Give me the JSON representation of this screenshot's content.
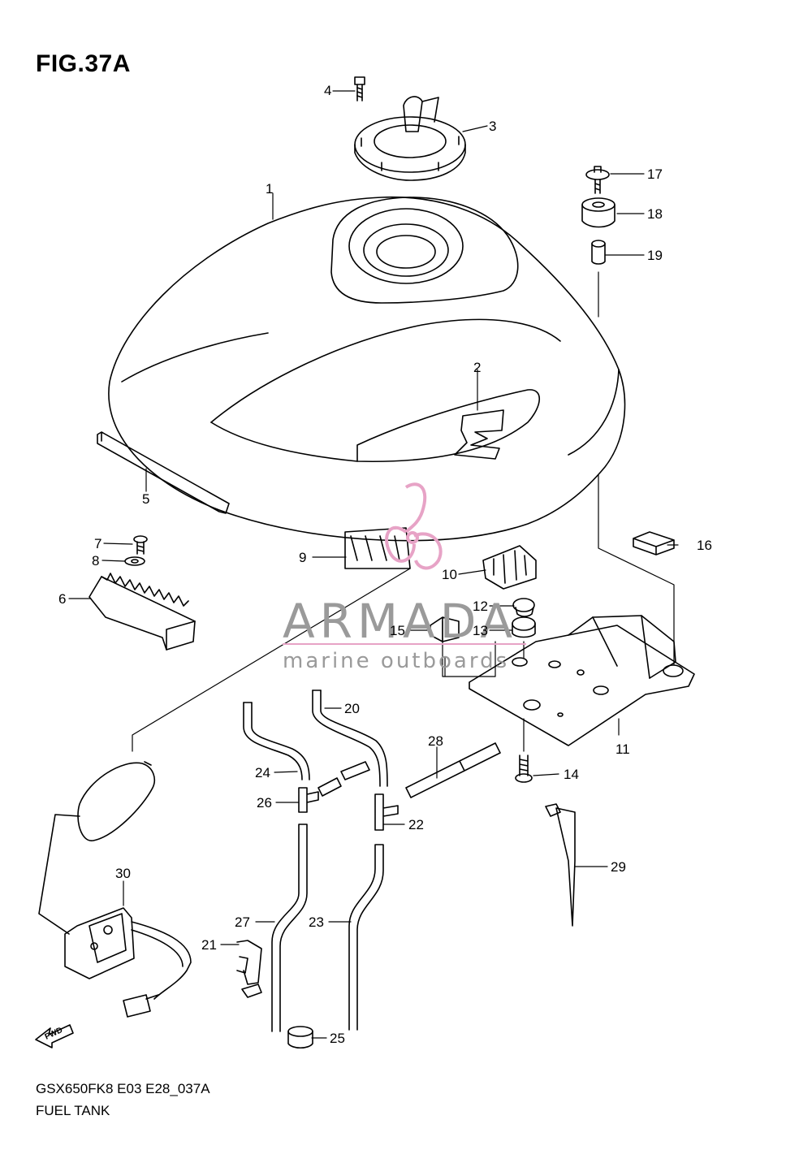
{
  "figure": {
    "title": "FIG.37A"
  },
  "footer": {
    "code": "GSX650FK8 E03 E28_037A",
    "name": "FUEL TANK"
  },
  "watermark": {
    "brand": "ARMADA",
    "tagline": "marine outboards",
    "accent_color": "#e7a3c6"
  },
  "direction_label": "FWD",
  "callouts": [
    "1",
    "2",
    "3",
    "4",
    "5",
    "6",
    "7",
    "8",
    "9",
    "10",
    "11",
    "12",
    "13",
    "14",
    "15",
    "16",
    "17",
    "18",
    "19",
    "20",
    "21",
    "22",
    "23",
    "24",
    "25",
    "26",
    "27",
    "28",
    "29",
    "30"
  ]
}
